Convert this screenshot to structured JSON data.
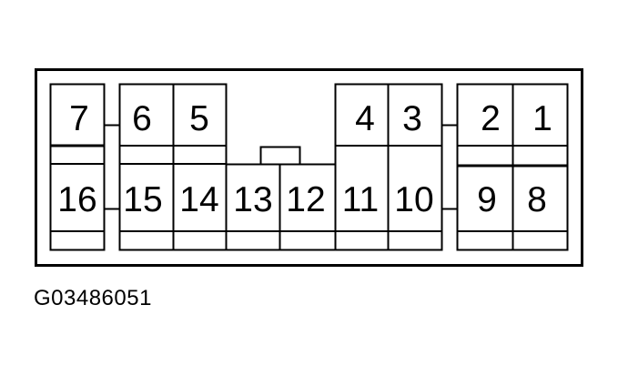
{
  "figure_code": "G03486051",
  "colors": {
    "line": "#000000",
    "background": "#ffffff"
  },
  "pins": [
    {
      "id": "pin-1",
      "label": "1"
    },
    {
      "id": "pin-2",
      "label": "2"
    },
    {
      "id": "pin-3",
      "label": "3"
    },
    {
      "id": "pin-4",
      "label": "4"
    },
    {
      "id": "pin-5",
      "label": "5"
    },
    {
      "id": "pin-6",
      "label": "6"
    },
    {
      "id": "pin-7",
      "label": "7"
    },
    {
      "id": "pin-8",
      "label": "8"
    },
    {
      "id": "pin-9",
      "label": "9"
    },
    {
      "id": "pin-10",
      "label": "10"
    },
    {
      "id": "pin-11",
      "label": "11"
    },
    {
      "id": "pin-12",
      "label": "12"
    },
    {
      "id": "pin-13",
      "label": "13"
    },
    {
      "id": "pin-14",
      "label": "14"
    },
    {
      "id": "pin-15",
      "label": "15"
    },
    {
      "id": "pin-16",
      "label": "16"
    }
  ]
}
